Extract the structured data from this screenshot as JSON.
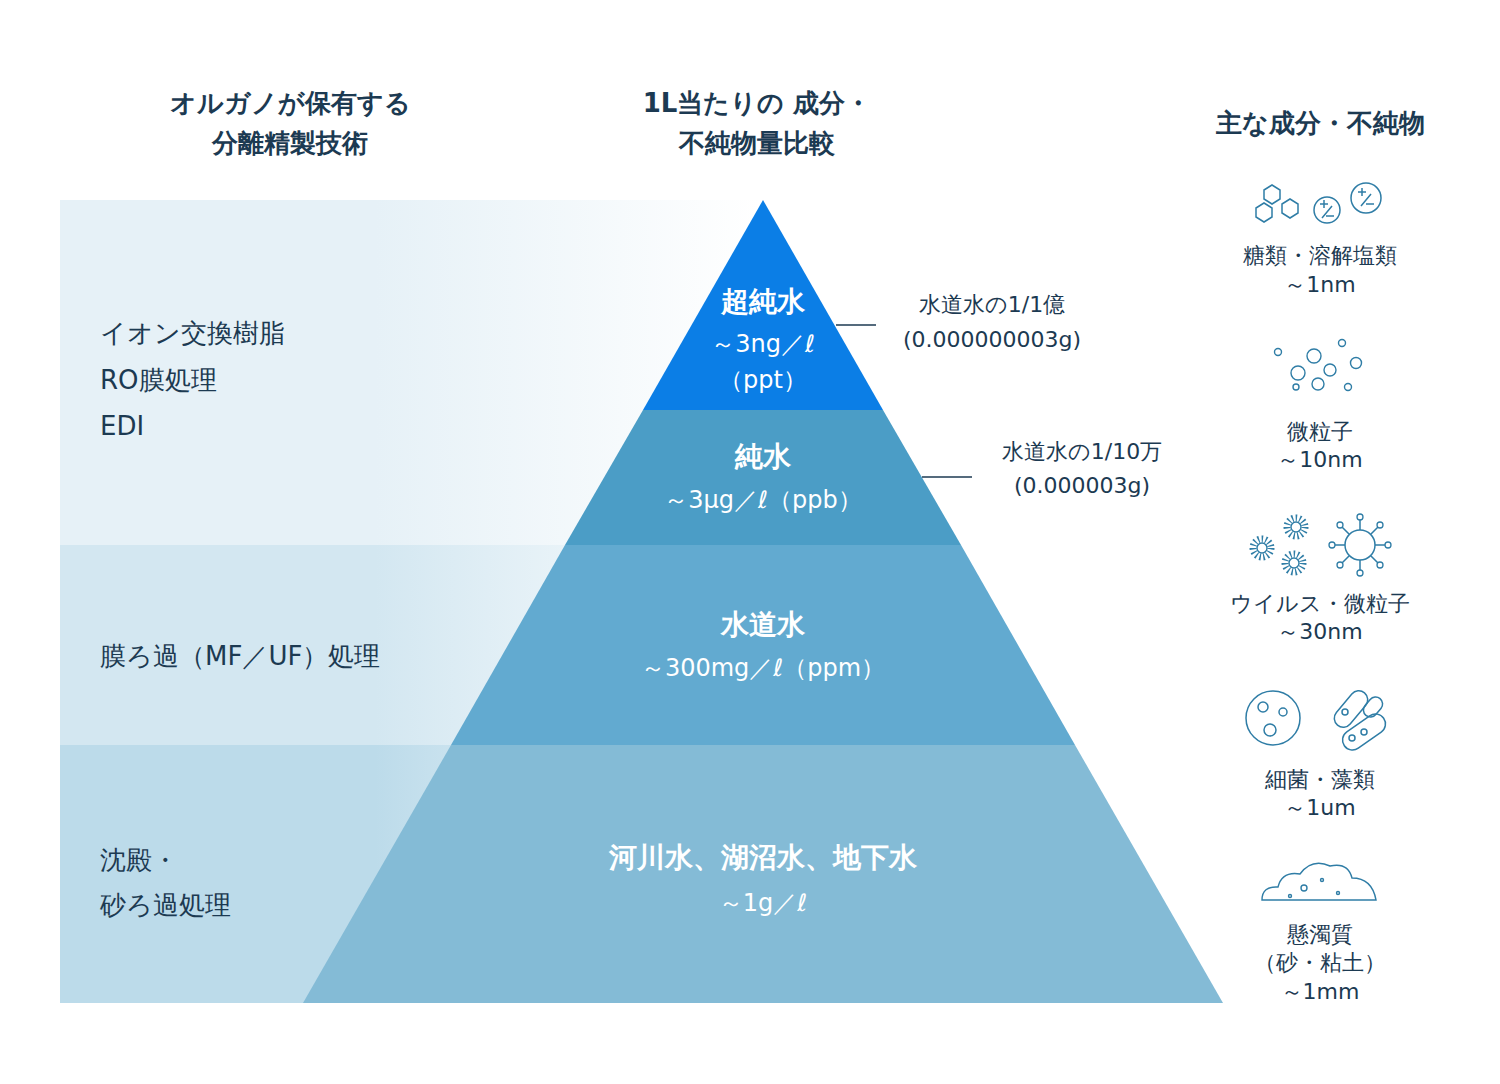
{
  "diagram": {
    "nodes": [
      {
        "text": [
          "イオン交換樹脂",
          "RO膜処理",
          "EDI"
        ]
      },
      {
        "text": [
          "超純水",
          "～3ng／ℓ （ppt）"
        ]
      },
      {
        "text": [
          "純水",
          "～3µg／ℓ（ppb）"
        ]
      },
      {
        "text": [
          "膜ろ過（MF／UF）処理"
        ]
      },
      {
        "text": [
          "水道水",
          "～300mg／ℓ（ppm）"
        ]
      },
      {
        "text": [
          "沈殿・ 砂ろ過処理"
        ]
      },
      {
        "text": [
          "河川水、湖沼水、地下水",
          "～1g／ℓ"
        ]
      }
    ],
    "labels": [
      "オルガノが保有する 分離精製技術",
      "1L当たりの 成分・不純物量比較",
      "主な成分・不純物",
      "水道水の1/1億 (0.000000003g)",
      "水道水の1/10万 (0.000003g)",
      "糖類・溶解塩類",
      "～1nm",
      "微粒子",
      "～10nm",
      "ウイルス・微粒子",
      "～30nm",
      "細菌・藻類",
      "～1um",
      "懸濁質",
      "（砂・粘土）",
      "～1mm"
    ]
  }
}
